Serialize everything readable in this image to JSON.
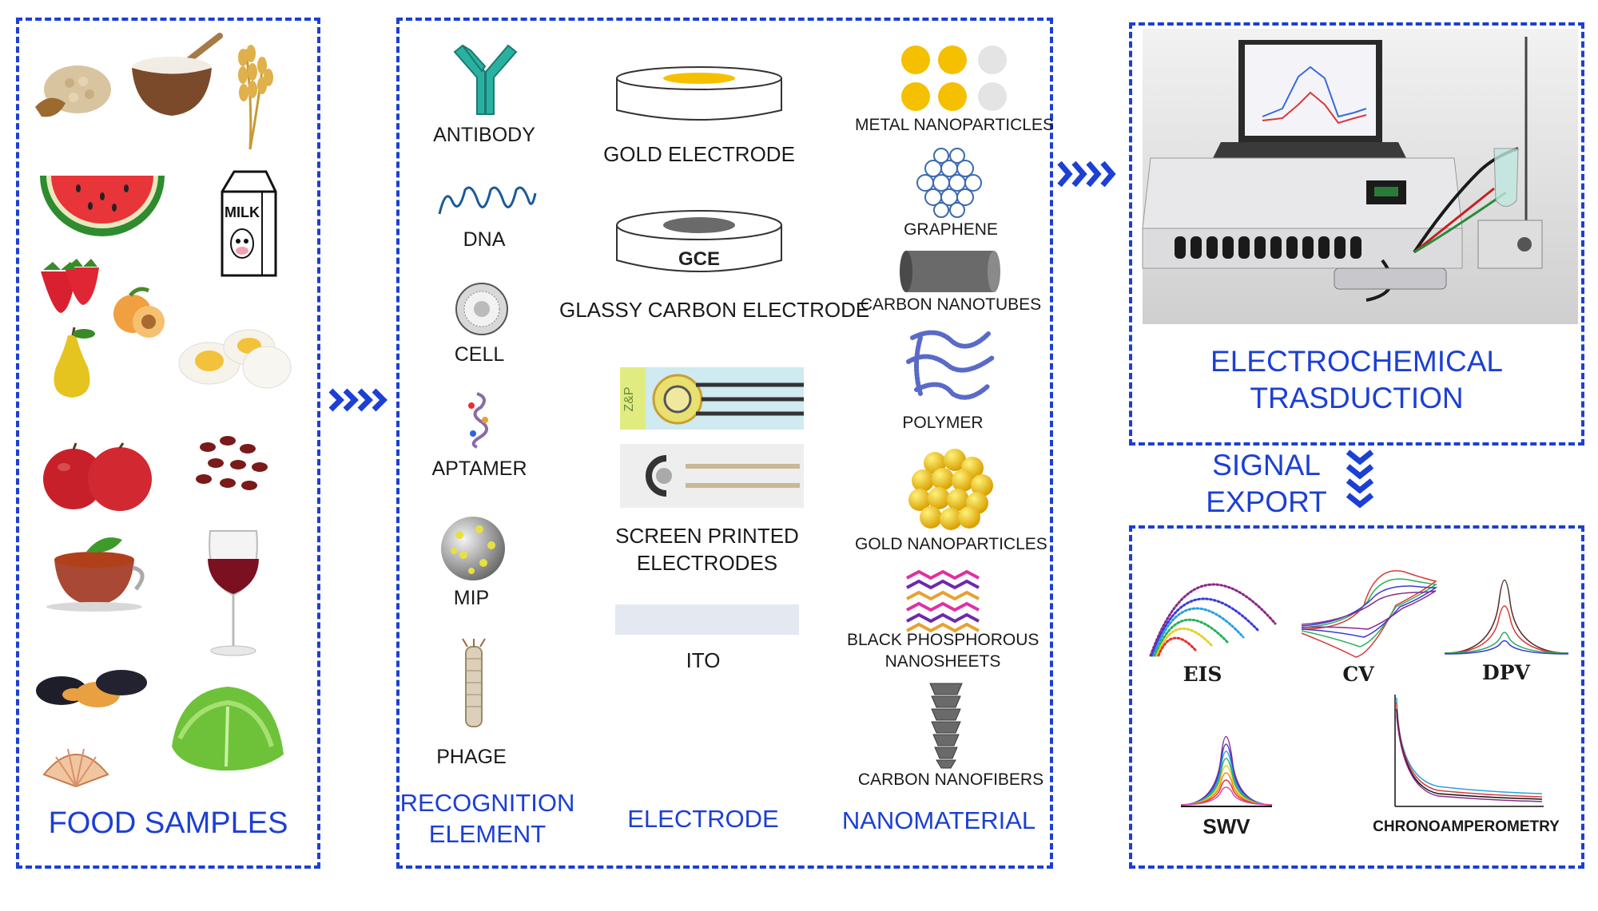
{
  "food_samples": {
    "title": "FOOD SAMPLES"
  },
  "recognition": {
    "title_line1": "RECOGNITION",
    "title_line2": "ELEMENT",
    "items": [
      "ANTIBODY",
      "DNA",
      "CELL",
      "APTAMER",
      "MIP",
      "PHAGE"
    ]
  },
  "electrode": {
    "title": "ELECTRODE",
    "gold": "GOLD ELECTRODE",
    "gce_mark": "GCE",
    "glassy": "GLASSY CARBON ELECTRODE",
    "spe_line1": "SCREEN PRINTED",
    "spe_line2": "ELECTRODES",
    "spe_brand": "Z&P",
    "ito": "ITO"
  },
  "nanomaterial": {
    "title": "NANOMATERIAL",
    "items": [
      "METAL NANOPARTICLES",
      "GRAPHENE",
      "CARBON NANOTUBES",
      "POLYMER",
      "GOLD NANOPARTICLES"
    ],
    "bp_line1": "BLACK PHOSPHOROUS",
    "bp_line2": "NANOSHEETS",
    "cnf": "CARBON NANOFIBERS"
  },
  "transduction": {
    "line1": "ELECTROCHEMICAL",
    "line2": "TRASDUCTION"
  },
  "signal": {
    "line1": "SIGNAL",
    "line2": "EXPORT"
  },
  "techniques": {
    "eis": "EIS",
    "cv": "CV",
    "dpv": "DPV",
    "swv": "SWV",
    "chrono": "CHRONOAMPEROMETRY"
  },
  "milk_carton": "MILK",
  "colors": {
    "accent": "#1c3fd4",
    "gold": "#f5c000"
  }
}
